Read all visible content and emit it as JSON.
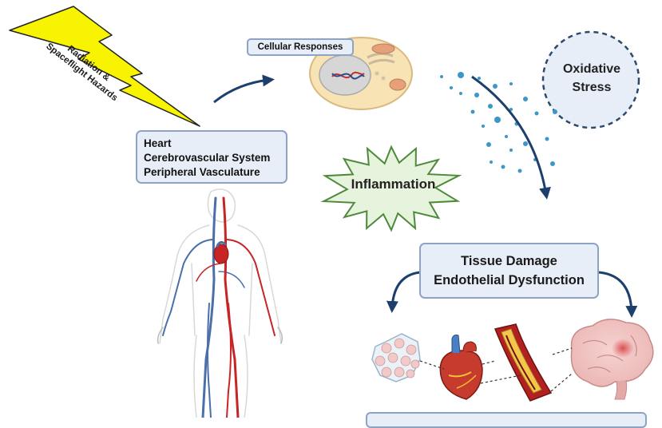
{
  "hazard": {
    "line1": "Radiation &",
    "line2": "Spaceflight Hazards"
  },
  "targets": {
    "line1": "Heart",
    "line2": "Cerebrovascular System",
    "line3": "Peripheral Vasculature"
  },
  "cellular": {
    "label": "Cellular Responses"
  },
  "oxidative": {
    "line1": "Oxidative",
    "line2": "Stress"
  },
  "inflammation": {
    "label": "Inflammation"
  },
  "damage": {
    "line1": "Tissue Damage",
    "line2": "Endothelial Dysfunction"
  },
  "colors": {
    "arrow": "#1c3f6e",
    "box_fill": "#e8eef8",
    "box_border": "#8ea3c4",
    "bolt_fill": "#f8f300",
    "burst_fill": "#e6f4dd",
    "burst_border": "#4f8a3b",
    "oxid_fill": "#e7eef7",
    "oxid_border": "#2c4a6e",
    "dots": "#3c97c9",
    "cell_fill": "#f7e3b3",
    "artery": "#c72525",
    "vein": "#4b6fa8"
  },
  "icons": [
    "lightning-bolt-icon",
    "cell-icon",
    "dna-icon",
    "human-vascular-figure",
    "cardiomyocyte-cluster-icon",
    "heart-icon",
    "blood-vessel-plaque-icon",
    "brain-icon"
  ]
}
